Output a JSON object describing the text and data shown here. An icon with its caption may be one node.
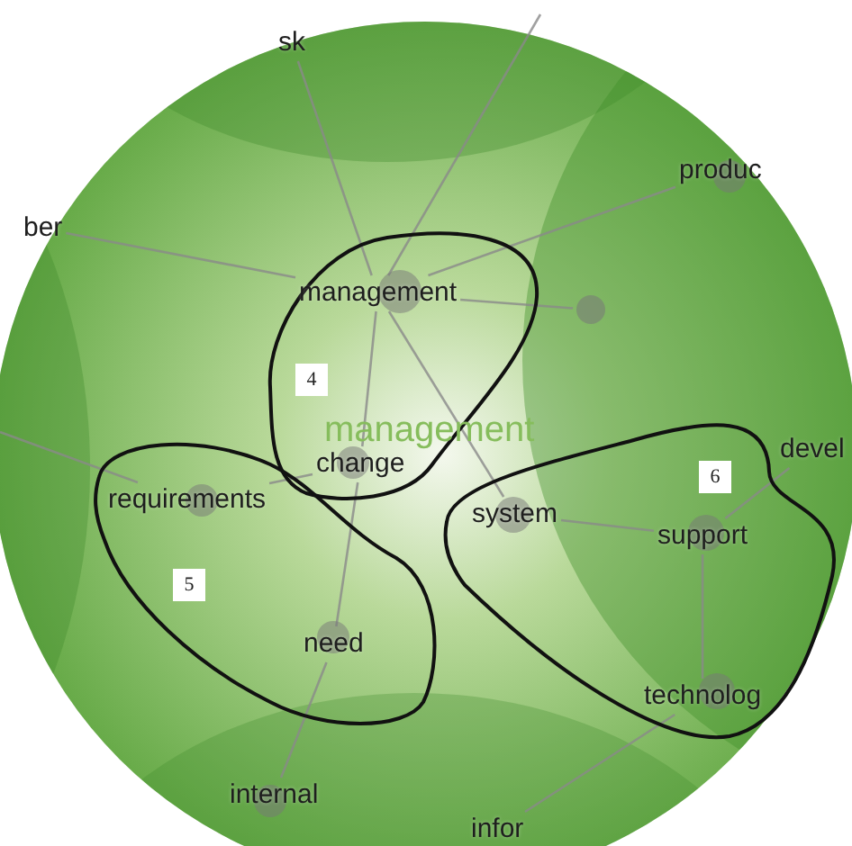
{
  "diagram": {
    "nodes": [
      {
        "text": [
          "sk"
        ]
      },
      {
        "text": [
          "produc"
        ]
      },
      {
        "text": [
          "ber"
        ]
      },
      {
        "text": [
          "4"
        ]
      },
      {
        "text": [
          "management"
        ],
        "in": 3
      },
      {
        "text": [],
        "shape": "circle"
      },
      {
        "text": [
          "change"
        ],
        "in": 3
      },
      {
        "text": [
          "5"
        ]
      },
      {
        "text": [
          "requirements"
        ],
        "in": 7
      },
      {
        "text": [
          "need"
        ],
        "in": 7
      },
      {
        "text": [
          "6"
        ]
      },
      {
        "text": [
          "devel"
        ]
      },
      {
        "text": [
          "system"
        ],
        "in": 10
      },
      {
        "text": [
          "support"
        ],
        "in": 10
      },
      {
        "text": [
          "technolog"
        ],
        "in": 10
      },
      {
        "text": [
          "internal"
        ]
      },
      {
        "text": [
          "infor"
        ]
      }
    ],
    "edges": [
      {
        "from": 0,
        "to": 4,
        "arrow": "none"
      },
      {
        "from": null,
        "to": 4,
        "arrow": "none"
      },
      {
        "from": 2,
        "to": 4,
        "arrow": "none"
      },
      {
        "from": 1,
        "to": 4,
        "arrow": "none"
      },
      {
        "from": 4,
        "to": 5,
        "arrow": "none"
      },
      {
        "from": 4,
        "to": 6,
        "arrow": "none"
      },
      {
        "from": 4,
        "to": 12,
        "arrow": "none"
      },
      {
        "from": 6,
        "to": 8,
        "arrow": "none"
      },
      {
        "from": 6,
        "to": 9,
        "arrow": "none"
      },
      {
        "from": 9,
        "to": 15,
        "arrow": "none"
      },
      {
        "from": null,
        "to": 8,
        "arrow": "none"
      },
      {
        "from": 12,
        "to": 13,
        "arrow": "none"
      },
      {
        "from": 13,
        "to": 11,
        "arrow": "none"
      },
      {
        "from": 13,
        "to": 14,
        "arrow": "none"
      },
      {
        "from": 14,
        "to": 16,
        "arrow": "none"
      }
    ],
    "labels": [
      "management"
    ]
  }
}
